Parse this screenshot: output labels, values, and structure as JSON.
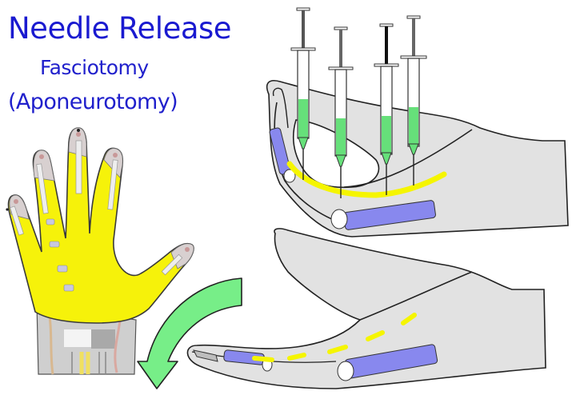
{
  "title": {
    "line1": "Needle Release",
    "line2": "Fasciotomy",
    "line3": "(Aponeurotomy)"
  },
  "colors": {
    "title_text": "#1a1ad0",
    "hand_skin": "#e2e2e2",
    "fascia_yellow": "#f5f500",
    "tendon_blue": "#8888ee",
    "syringe_green": "#66e07a",
    "arrow_green": "#77ee88",
    "outline": "#222222"
  },
  "illustration": {
    "palm_view": "palm-hand-with-yellow-palmar-fascia",
    "top_side_view": "contracted-finger-with-four-syringes",
    "bottom_side_view": "released-straightened-finger",
    "arrow": "curved-green-arrow-down",
    "syringe_count": 4
  }
}
